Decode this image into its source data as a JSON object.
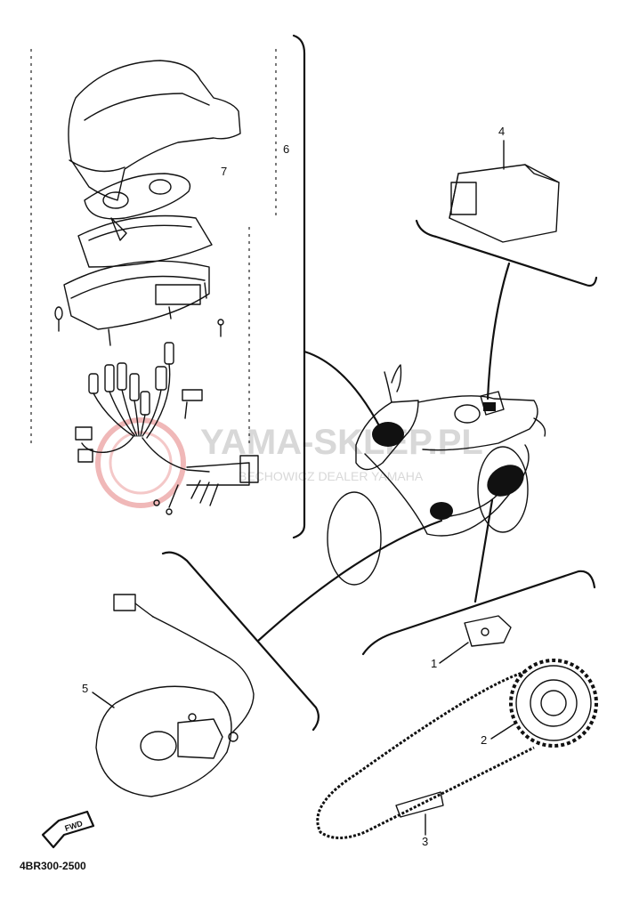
{
  "diagram": {
    "catalog_code": "4BR300-2500",
    "fwd_label": "FWD",
    "watermark": {
      "text": "YAMA-SKLEP.PL",
      "subtext": "BECHOWICZ  DEALER YAMAHA"
    },
    "callouts": [
      {
        "id": "1",
        "label": "1"
      },
      {
        "id": "2",
        "label": "2"
      },
      {
        "id": "3",
        "label": "3"
      },
      {
        "id": "4",
        "label": "4"
      },
      {
        "id": "5",
        "label": "5"
      },
      {
        "id": "6",
        "label": "6"
      },
      {
        "id": "7",
        "label": "7"
      }
    ]
  }
}
